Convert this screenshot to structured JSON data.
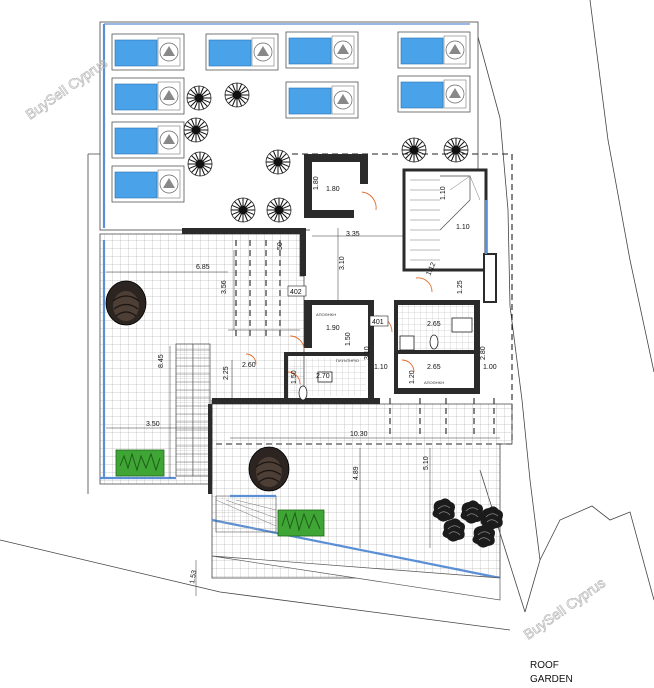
{
  "watermark": {
    "text": "BuySell Cyprus"
  },
  "caption": {
    "line1": "ROOF",
    "line2": "GARDEN"
  },
  "rooms": {
    "r402": "402",
    "r401": "401",
    "storage_a": "ΑΠΟΘΗΚΗ",
    "storage_b": "ΑΠΟΘΗΚΗ",
    "laundry": "ΠΛΥΝΤΗΡΙΟ"
  },
  "dimensions": {
    "d_685": "6.85",
    "d_335": "3.35",
    "d_180a": "1.80",
    "d_180b": "1.80",
    "d_110a": "1.10",
    "d_110b": "1.10",
    "d_110c": "1.10",
    "d_310a": "3.10",
    "d_310b": "3.10",
    "d_112": "1.12",
    "d_125": "1.25",
    "d_356": "3.56",
    "d_50": "50",
    "d_190": "1.90",
    "d_150a": "1.50",
    "d_150b": "1.50",
    "d_265a": "2.65",
    "d_265b": "2.65",
    "d_280": "2.80",
    "d_100": "1.00",
    "d_120": "1.20",
    "d_260": "2.60",
    "d_270": "2.70",
    "d_225": "2.25",
    "d_845": "8.45",
    "d_350": "3.50",
    "d_1030": "10.30",
    "d_489": "4.89",
    "d_510": "5.10",
    "d_153": "1.53"
  },
  "colors": {
    "wall": "#2b2b2b",
    "glass": "#5a8fd6",
    "door": "#e46a2a",
    "planter": "#3fa535",
    "tile": "#9a9a9a"
  },
  "icons": {
    "sunbed": "sunbed-icon",
    "umbrella": "umbrella-icon",
    "lounge_chair": "lounge-chair-icon",
    "plant": "plant-icon"
  }
}
